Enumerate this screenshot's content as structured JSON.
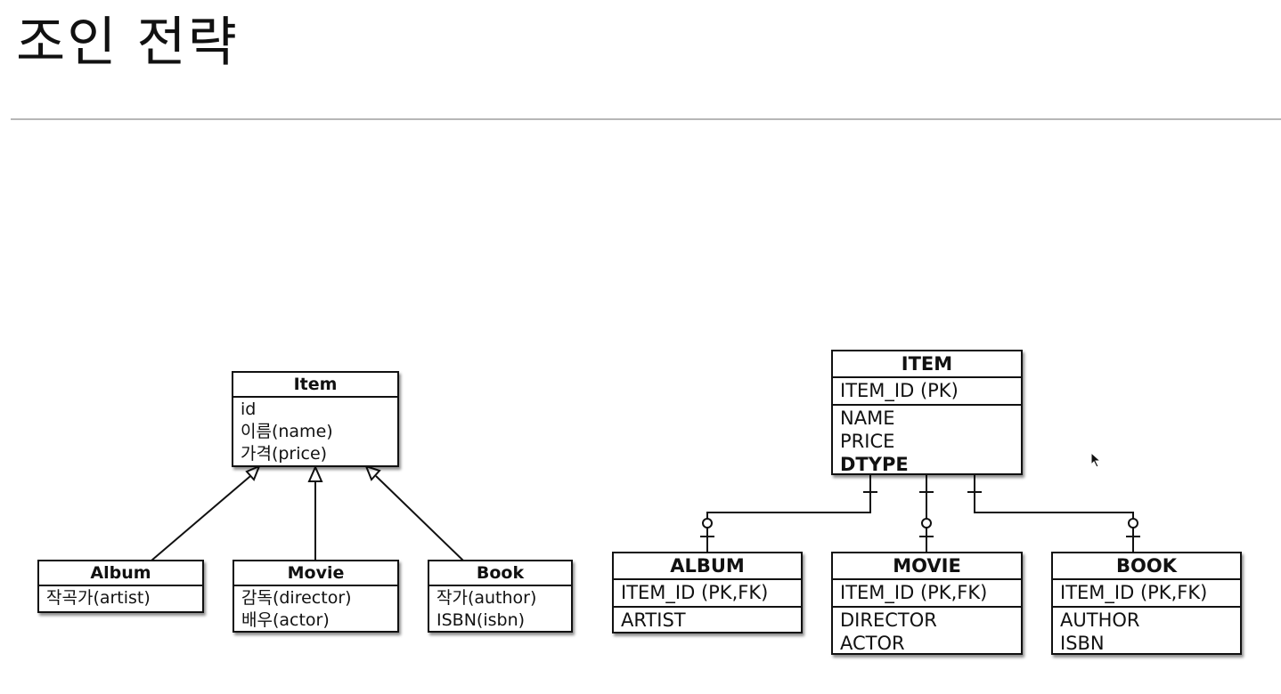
{
  "page": {
    "title": "조인 전략"
  },
  "class_diagram": {
    "parent": {
      "name": "Item",
      "attributes": [
        "id",
        "이름(name)",
        "가격(price)"
      ]
    },
    "children": [
      {
        "name": "Album",
        "attributes": [
          "작곡가(artist)"
        ]
      },
      {
        "name": "Movie",
        "attributes": [
          "감독(director)",
          "배우(actor)"
        ]
      },
      {
        "name": "Book",
        "attributes": [
          "작가(author)",
          "ISBN(isbn)"
        ]
      }
    ]
  },
  "er_diagram": {
    "parent": {
      "name": "ITEM",
      "key": "ITEM_ID (PK)",
      "columns": [
        "NAME",
        "PRICE",
        "DTYPE"
      ]
    },
    "children": [
      {
        "name": "ALBUM",
        "key": "ITEM_ID (PK,FK)",
        "columns": [
          "ARTIST"
        ]
      },
      {
        "name": "MOVIE",
        "key": "ITEM_ID (PK,FK)",
        "columns": [
          "DIRECTOR",
          "ACTOR"
        ]
      },
      {
        "name": "BOOK",
        "key": "ITEM_ID (PK,FK)",
        "columns": [
          "AUTHOR",
          "ISBN"
        ]
      }
    ]
  }
}
